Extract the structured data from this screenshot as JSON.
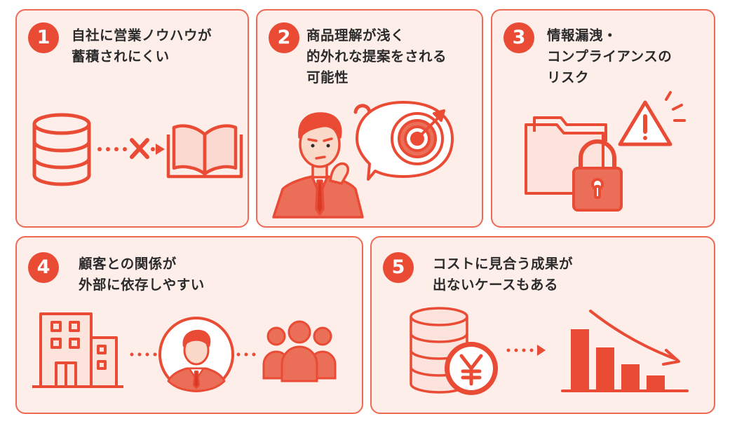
{
  "colors": {
    "accent": "#ea4b35",
    "card_bg": "#fdeeea",
    "card_border": "#ee6a55",
    "text": "#2b2b2b"
  },
  "cards": [
    {
      "number": "1",
      "lines": [
        "自社に営業ノウハウが",
        "蓄積されにくい"
      ],
      "icons": [
        "database-icon",
        "dotted-arrow-icon",
        "cross-icon",
        "open-book-icon"
      ]
    },
    {
      "number": "2",
      "lines": [
        "商品理解が浅く",
        "的外れな提案をされる",
        "可能性"
      ],
      "icons": [
        "question-mark-icon",
        "confused-businessman-icon",
        "target-speech-bubble-icon"
      ]
    },
    {
      "number": "3",
      "lines": [
        "情報漏洩・",
        "コンプライアンスの",
        "リスク"
      ],
      "icons": [
        "folder-icon",
        "padlock-icon",
        "warning-icon"
      ]
    },
    {
      "number": "4",
      "lines": [
        "顧客との関係が",
        "外部に依存しやすい"
      ],
      "icons": [
        "office-building-icon",
        "businessman-avatar-icon",
        "people-group-icon"
      ]
    },
    {
      "number": "5",
      "lines": [
        "コストに見合う成果が",
        "出ないケースもある"
      ],
      "icons": [
        "coin-stack-icon",
        "yen-coin-icon",
        "declining-bar-chart-icon"
      ]
    }
  ]
}
